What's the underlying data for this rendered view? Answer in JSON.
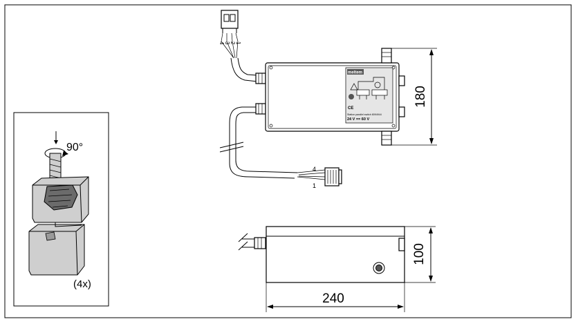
{
  "insert_panel": {
    "rotation_label": "90°",
    "quantity_label": "(4x)"
  },
  "top_view": {
    "height_dimension": "180",
    "top_connector_pins": [
      "4",
      "3",
      "2",
      "1"
    ],
    "bottom_connector_pins": [
      "4",
      "1"
    ],
    "label_plate": {
      "brand": "meltem",
      "plate_lines": [
        "Station parallel switch 8094944",
        "24 V == 60 V"
      ]
    }
  },
  "side_view": {
    "height_dimension": "100",
    "width_dimension": "240"
  }
}
